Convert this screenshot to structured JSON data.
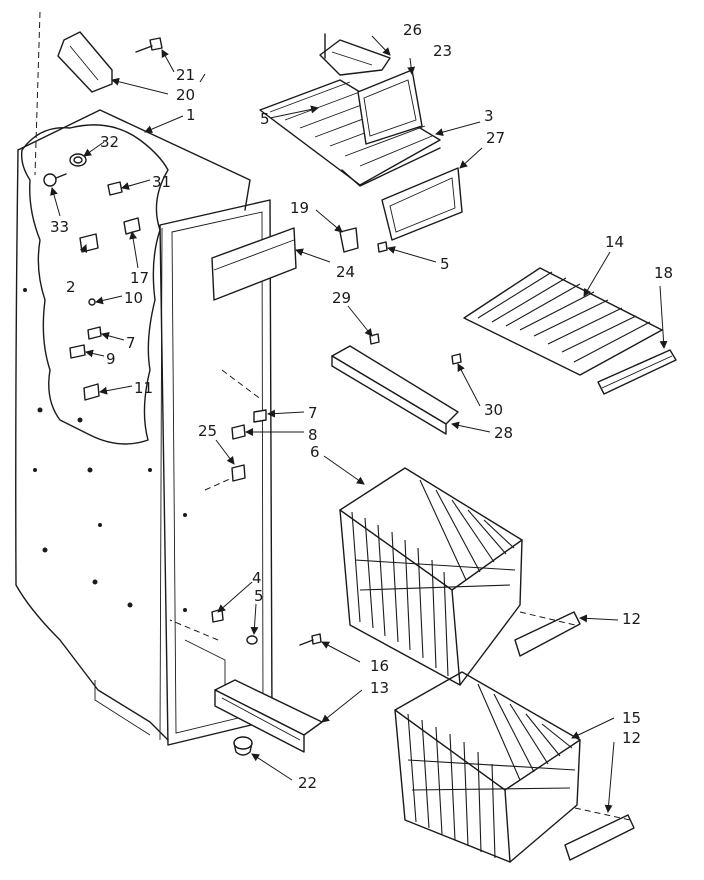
{
  "callouts": {
    "c1": "1",
    "c2": "2",
    "c3": "3",
    "c4": "4",
    "c5a": "5",
    "c5b": "5",
    "c5c": "5",
    "c6": "6",
    "c7a": "7",
    "c7b": "7",
    "c8": "8",
    "c9": "9",
    "c10": "10",
    "c11": "11",
    "c12a": "12",
    "c12b": "12",
    "c13": "13",
    "c14": "14",
    "c15": "15",
    "c16": "16",
    "c17": "17",
    "c18": "18",
    "c19": "19",
    "c20": "20",
    "c21": "21",
    "c22": "22",
    "c23": "23",
    "c24": "24",
    "c25": "25",
    "c26": "26",
    "c27": "27",
    "c28": "28",
    "c29": "29",
    "c30": "30",
    "c31": "31",
    "c32": "32",
    "c33": "33"
  }
}
